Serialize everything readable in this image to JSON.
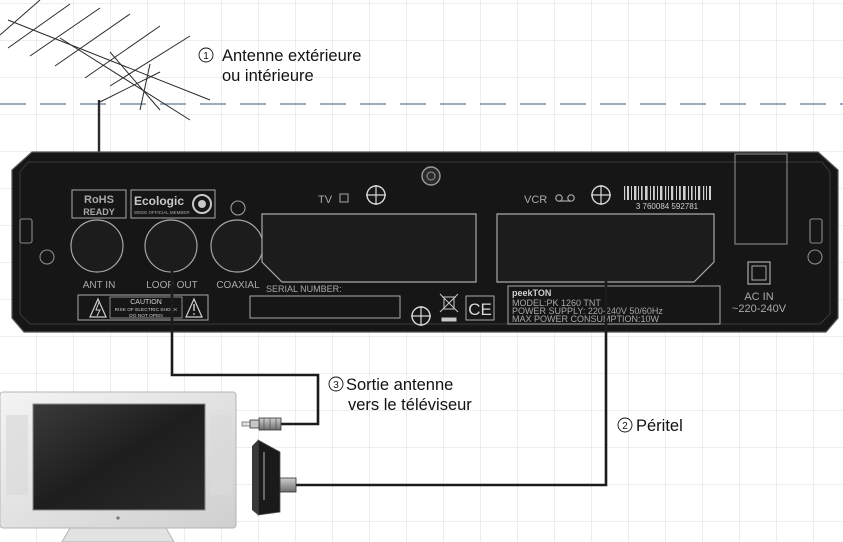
{
  "callouts": {
    "antenna": {
      "num": "1",
      "line1": "Antenne extérieure",
      "line2": "ou intérieure"
    },
    "peritel": {
      "num": "2",
      "text": "Péritel"
    },
    "tv_out": {
      "num": "3",
      "line1": "Sortie antenne",
      "line2": "vers le téléviseur"
    }
  },
  "panel": {
    "rohs_line1": "RoHS",
    "rohs_line2": "READY",
    "ecologic_brand": "Ecologic",
    "ecologic_tagline": "WEEE OFFICIAL MEMBER",
    "ant_in": "ANT IN",
    "loop_out": "LOOP OUT",
    "coaxial": "COAXIAL",
    "tv_label": "TV",
    "vcr_label": "VCR",
    "barcode_digits": "3 760084 592781",
    "serial_number": "SERIAL NUMBER:",
    "caution_title": "CAUTION",
    "caution_line1": "RISK OF ELECTRIC SHOCK",
    "caution_line2": "DO NOT OPEN",
    "ce_mark": "CE",
    "brand": "peekTON",
    "model": "MODEL:PK 1260 TNT",
    "power_supply": "POWER SUPPLY: 220-240V 50/60Hz",
    "max_power": "MAX POWER CONSUMPTION:10W",
    "ac_in": "AC IN",
    "ac_voltage": "~220-240V"
  },
  "colors": {
    "panel": "#161616",
    "panel_edge": "#2c2c2c",
    "panel_text": "#a9a9a9",
    "grid": "#d3d3d3",
    "dash": "#7f8fa8",
    "cable": "#1b1b1b",
    "label": "#111111"
  },
  "icons": [
    "antenna-icon",
    "tv-icon",
    "scart-plug-icon",
    "coax-plug-icon",
    "warning-icon",
    "weee-bin-icon",
    "ce-mark-icon",
    "ecologic-logo",
    "barcode"
  ]
}
